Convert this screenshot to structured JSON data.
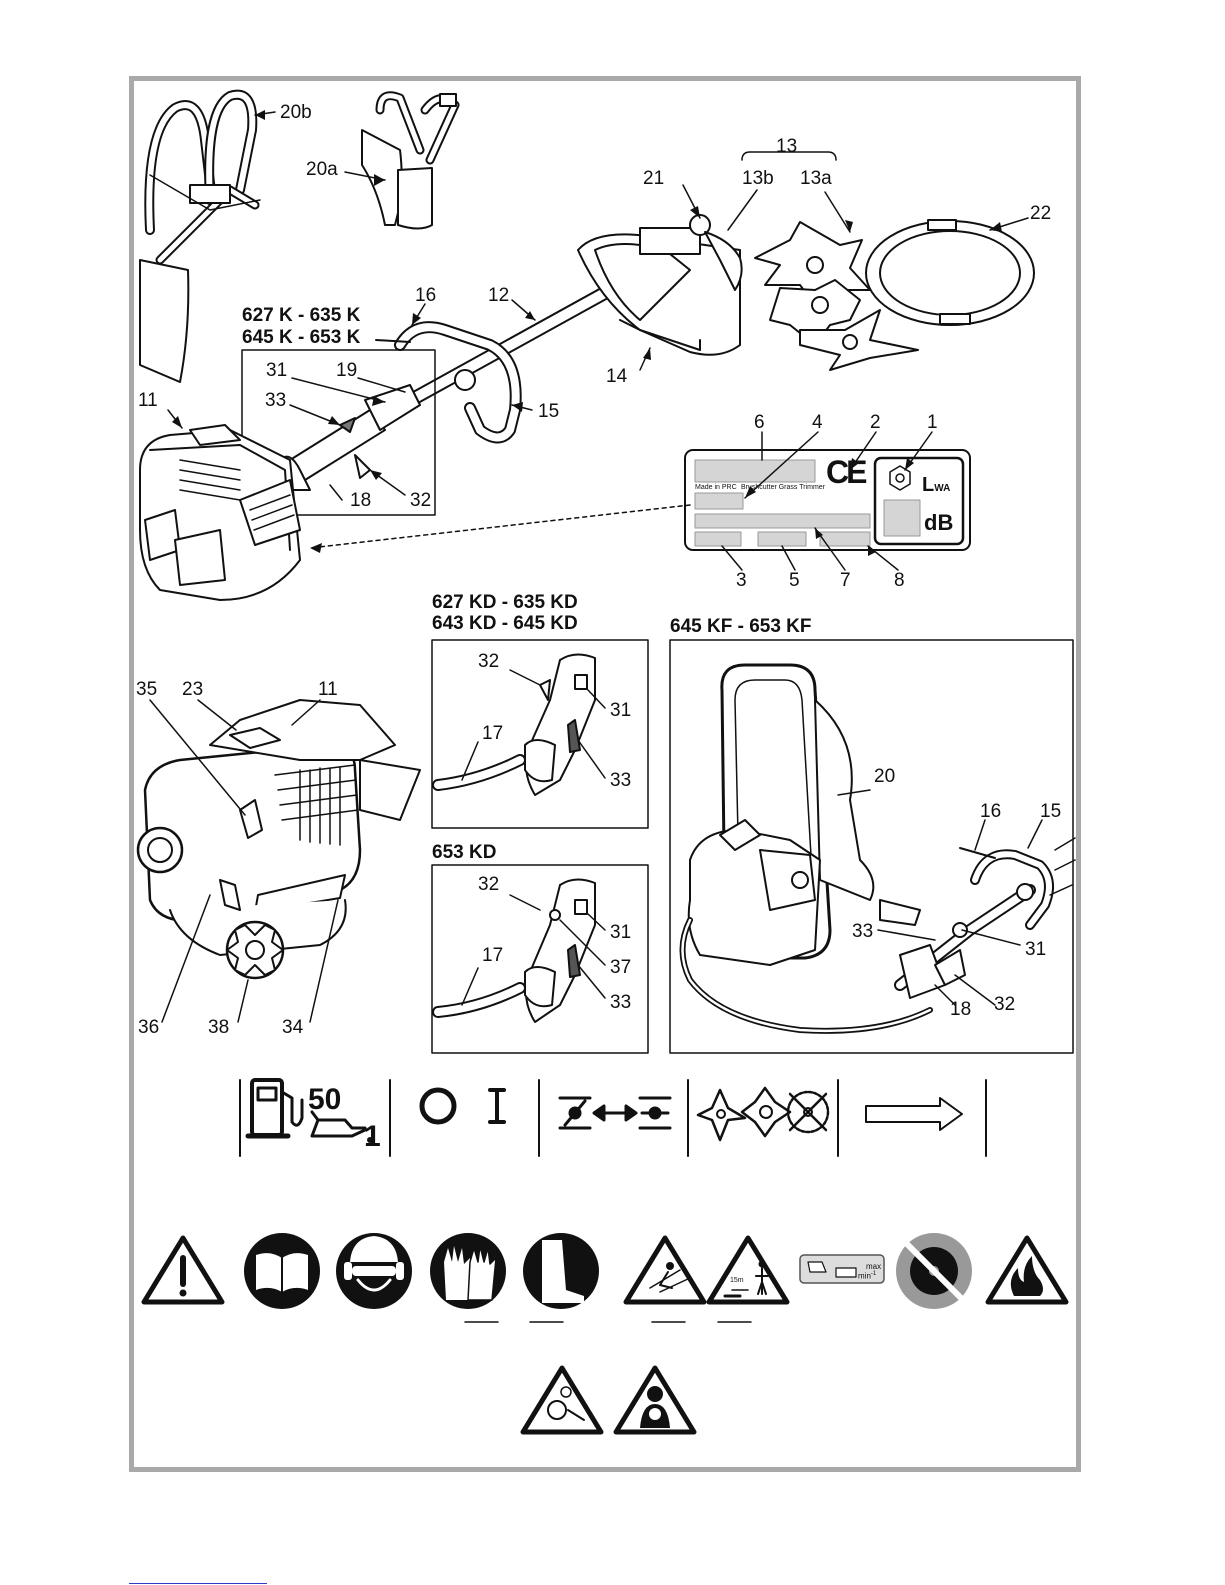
{
  "models": {
    "k_line1": "627 K - 635 K",
    "k_line2": "645 K - 653 K",
    "kd_line1": "627 KD - 635 KD",
    "kd_line2": "643 KD - 645 KD",
    "kd653": "653 KD",
    "kf": "645 KF - 653 KF"
  },
  "callouts": {
    "c20b": "20b",
    "c20a": "20a",
    "c13": "13",
    "c13b": "13b",
    "c13a": "13a",
    "c21": "21",
    "c22": "22",
    "c16": "16",
    "c12": "12",
    "c31": "31",
    "c19": "19",
    "c33": "33",
    "c11": "11",
    "c14": "14",
    "c15": "15",
    "c18": "18",
    "c32": "32",
    "c6": "6",
    "c4": "4",
    "c2": "2",
    "c1": "1",
    "c3": "3",
    "c5": "5",
    "c7": "7",
    "c8": "8",
    "d32": "32",
    "d31": "31",
    "d17": "17",
    "d33": "33",
    "e32": "32",
    "e31": "31",
    "e17": "17",
    "e37": "37",
    "e33": "33",
    "f20": "20",
    "f16": "16",
    "f15": "15",
    "f33": "33",
    "f31": "31",
    "f18": "18",
    "f32": "32",
    "g35": "35",
    "g23": "23",
    "g11": "11",
    "g36": "36",
    "g38": "38",
    "g34": "34"
  },
  "rating_plate": {
    "made_in": "Made in PRC",
    "product": "Brushcutter Grass Trimmer",
    "ce_mark": "CE",
    "lwa": "L",
    "lwa_sub": "WA",
    "db": "dB"
  },
  "symbols": {
    "fuel_ratio_petrol": "50",
    "fuel_ratio_oil": "1",
    "switch_off": "O",
    "switch_on": "I",
    "rpm_max": "max",
    "rpm_unit": "min",
    "rpm_exp": "-1",
    "distance": "15m"
  }
}
